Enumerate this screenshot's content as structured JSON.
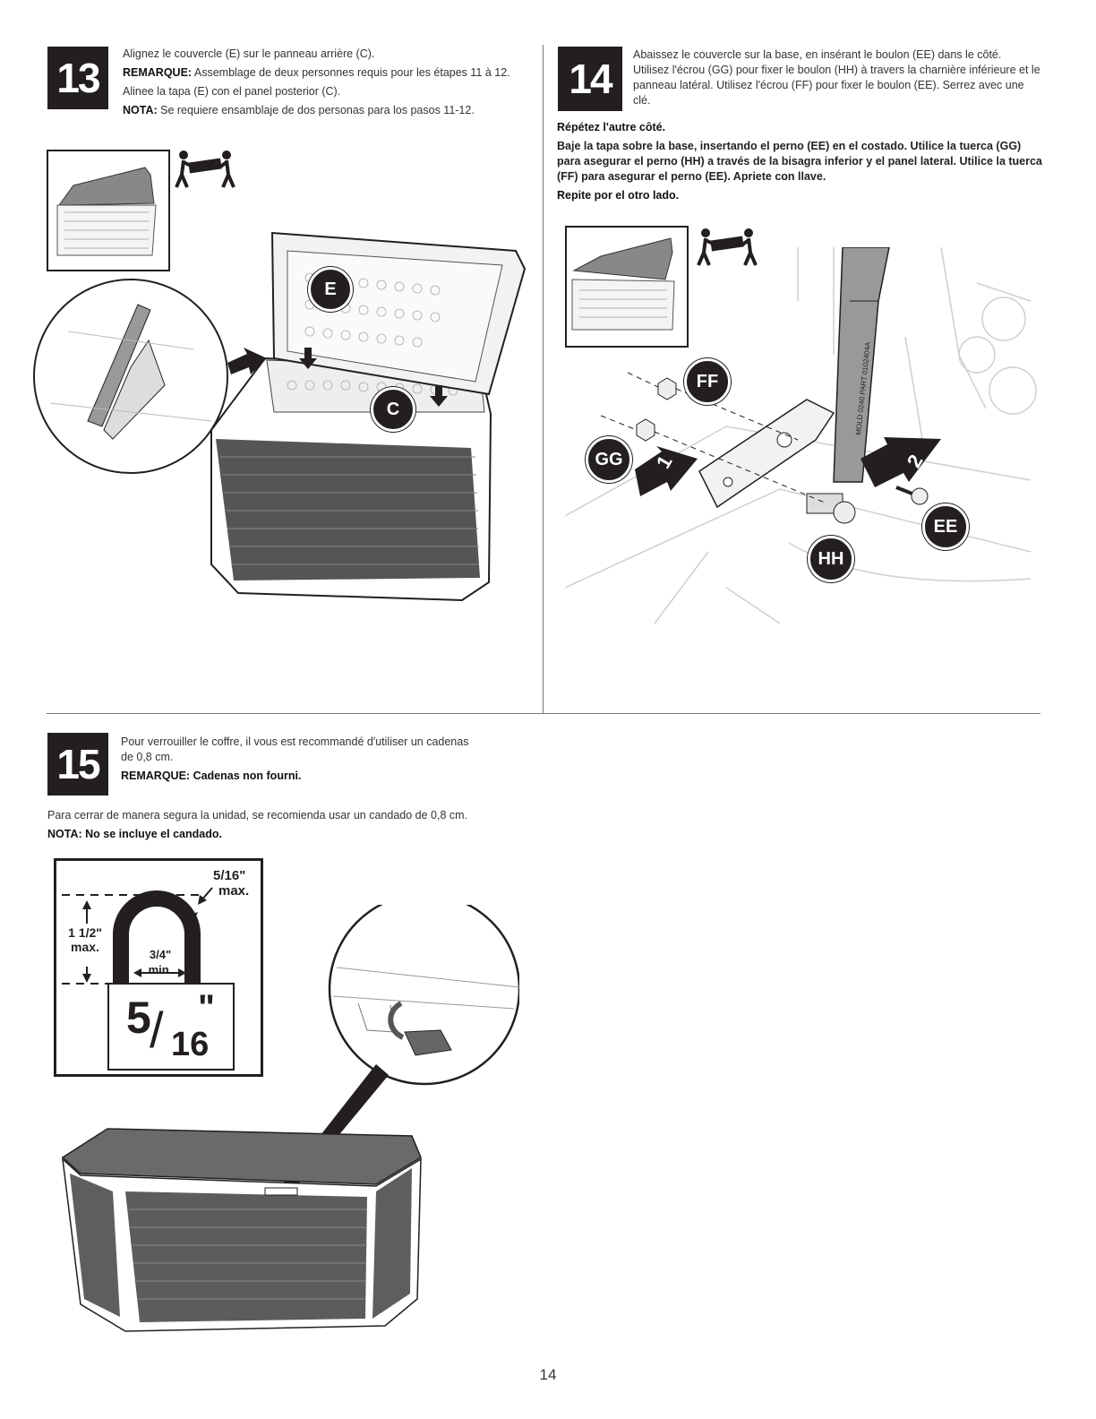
{
  "page_number": "14",
  "step13": {
    "number": "13",
    "fr_text": "Alignez le couvercle (E) sur le panneau arrière (C).",
    "fr_note_label": "REMARQUE:",
    "fr_note": " Assemblage de deux personnes requis pour les étapes 11 à 12.",
    "es_text": "Alinee la tapa (E) con el panel posterior (C).",
    "es_note_label": "NOTA:",
    "es_note": " Se requiere ensamblaje de dos personas para los pasos 11-12.",
    "callouts": [
      "E",
      "C"
    ]
  },
  "step14": {
    "number": "14",
    "fr_text": "Abaissez le couvercle sur la base, en insérant le boulon (EE) dans le côté. Utilisez l'écrou (GG) pour fixer le boulon (HH) à travers la charnière inférieure et le panneau latéral. Utilisez l'écrou (FF) pour fixer le boulon (EE). Serrez avec une clé.",
    "fr_repeat": "Répétez l'autre côté.",
    "es_text": "Baje la tapa sobre la base, insertando el perno (EE) en el costado. Utilice la tuerca (GG) para asegurar el perno (HH) a través de la bisagra inferior y el panel lateral. Utilice la tuerca (FF) para asegurar el perno (EE). Apriete con llave.",
    "es_repeat": "Repite por el otro lado.",
    "callouts": [
      "FF",
      "GG",
      "EE",
      "HH"
    ],
    "arrow_labels": [
      "1",
      "2"
    ],
    "part_text": "MOLD 0240   PART 0102404A"
  },
  "step15": {
    "number": "15",
    "fr_text": "Pour verrouiller le coffre, il vous est recommandé d'utiliser un cadenas de 0,8 cm.",
    "fr_note_label": "REMARQUE:",
    "fr_note": " Cadenas non fourni.",
    "es_text": "Para cerrar de manera segura la unidad, se recomienda usar un candado de 0,8 cm.",
    "es_note_label": "NOTA:",
    "es_note": " No se incluye el candado.",
    "lock_diagram": {
      "shackle_thickness": "5/16\"",
      "shackle_thickness_sub": "max.",
      "height": "1 1/2\"",
      "height_sub": "max.",
      "width": "3/4\"",
      "width_sub": "min.",
      "big_num": "5",
      "big_den": "16",
      "big_unit": "\""
    }
  }
}
